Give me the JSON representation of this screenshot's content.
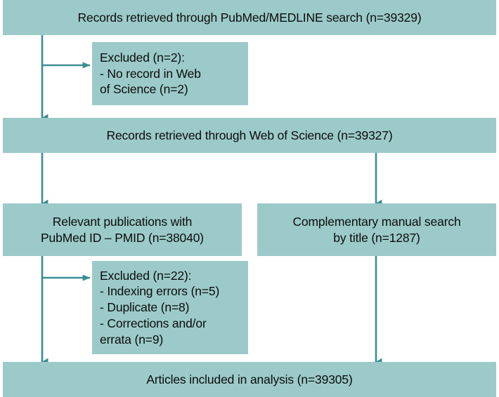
{
  "diagram": {
    "title": "PRISMA-style records selection flowchart",
    "accent_color": "#9bcac9",
    "connector_color": "#3c8d92",
    "text_color": "#0d0d0d",
    "background_color": "#ffffff"
  },
  "boxes": {
    "pubmed_search": {
      "label": "Records retrieved through PubMed/MEDLINE search (n=39329)",
      "count": 39329
    },
    "excluded_no_wos": {
      "label": "Excluded (n=2):\n- No record in Web\nof Science (n=2)",
      "count": 2
    },
    "wos_search": {
      "label": "Records retrieved through Web of Science (n=39327)",
      "count": 39327
    },
    "relevant_pmid": {
      "label": "Relevant publications with\nPubMed ID – PMID (n=38040)",
      "count": 38040
    },
    "manual_search": {
      "label": "Complementary manual search\nby title (n=1287)",
      "count": 1287
    },
    "excluded_errors": {
      "label": "Excluded (n=22):\n- Indexing errors (n=5)\n- Duplicate (n=8)\n- Corrections and/or\nerrata (n=9)",
      "count": 22
    },
    "included": {
      "label": "Articles included in analysis (n=39305)",
      "count": 39305
    }
  }
}
